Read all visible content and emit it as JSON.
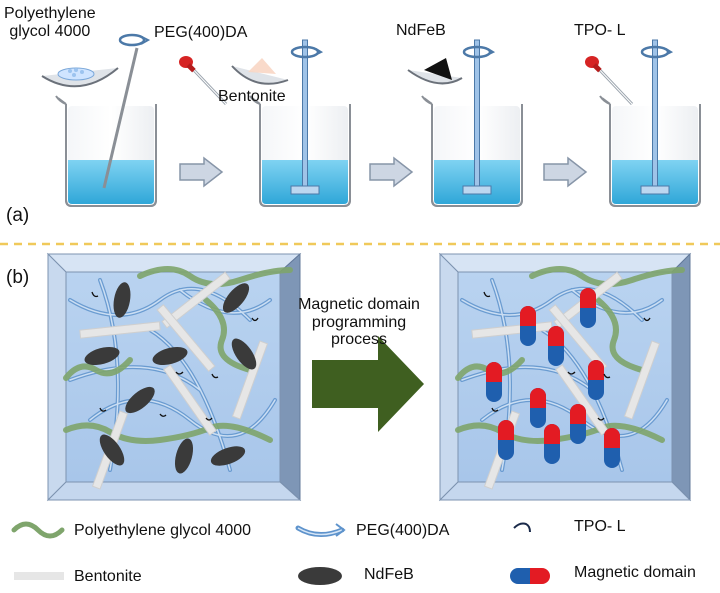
{
  "panel_a": {
    "label": "(a)",
    "step1": {
      "label_line1": "Polyethylene",
      "label_line2": "glycol 4000",
      "label_peg": "PEG(400)DA"
    },
    "step2": {
      "label": "Bentonite"
    },
    "step3": {
      "label": "NdFeB"
    },
    "step4": {
      "label": "TPO- L"
    }
  },
  "panel_b": {
    "label": "(b)",
    "arrow_text_line1": "Magnetic domain",
    "arrow_text_line2": "programming",
    "arrow_text_line3": "process"
  },
  "legend": {
    "peg4000": "Polyethylene glycol 4000",
    "pegda": "PEG(400)DA",
    "tpol": "TPO- L",
    "bentonite": "Bentonite",
    "ndfeb": "NdFeB",
    "magnetic_domain": "Magnetic domain"
  },
  "colors": {
    "liquid": "#3fb4e0",
    "peg_strand": "#7fa56c",
    "pegda_tube": "#6a9fd4",
    "bentonite": "#e6e6e6",
    "ndfeb": "#3a3a3a",
    "domain_red": "#e31b23",
    "domain_blue": "#1f5fae",
    "process_arrow": "#3f5f20",
    "divider": "#f0c95a"
  }
}
